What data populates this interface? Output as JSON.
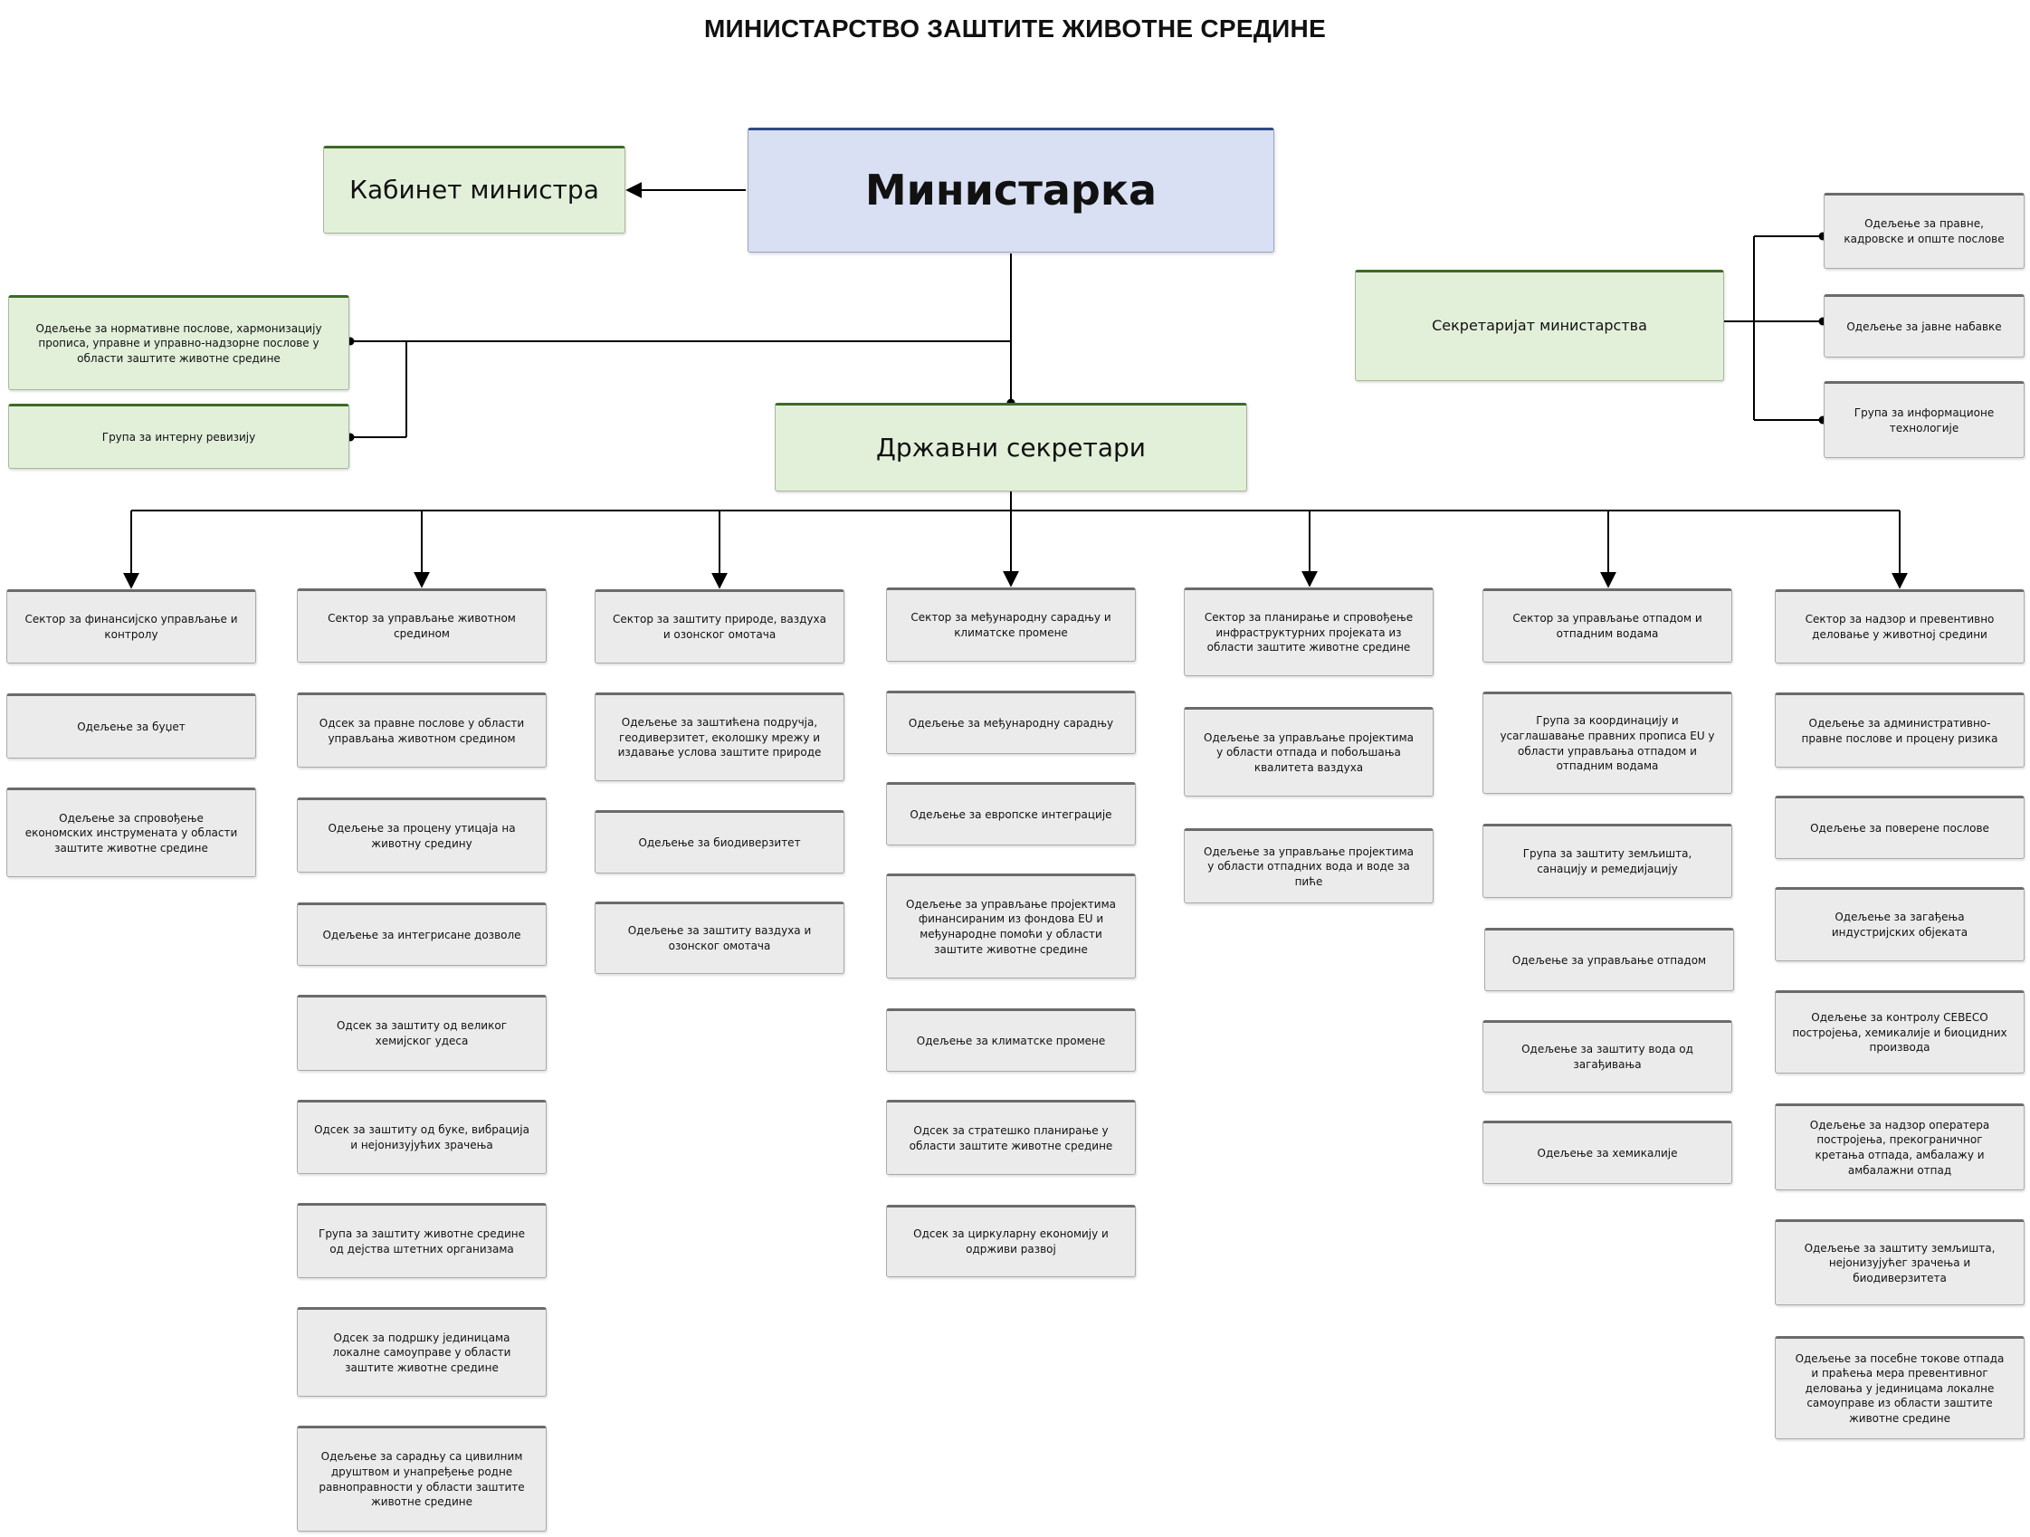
{
  "title": "МИНИСТАРСТВО ЗАШТИТЕ ЖИВОТНЕ СРЕДИНЕ",
  "minister": "Министарка",
  "cabinet": "Кабинет министра",
  "state_secretaries": "Државни секретари",
  "secretariat": {
    "name": "Секретаријат министарства",
    "units": [
      "Одељење за правне, кадровске и опште послове",
      "Одељење за јавне набавке",
      "Група за информационе технологије"
    ]
  },
  "left_units": [
    "Одељење за нормативне послове, хармонизацију прописа, управне и управно-надзорне послове у области заштите животне средине",
    "Група за интерну ревизију"
  ],
  "sectors": [
    {
      "name": "Сектор за финансијско управљање и контролу",
      "units": [
        "Одељење за буџет",
        "Одељење за спровођење економских инструмената у области заштите животне средине"
      ]
    },
    {
      "name": "Сектор за управљање животном средином",
      "units": [
        "Одсек за правне послове у области управљања животном средином",
        "Одељење за процену утицаја на животну средину",
        "Одељење за интегрисане дозволе",
        "Одсек за заштиту од великог хемијског удеса",
        "Одсек за заштиту од буке, вибрација и нејонизујућих зрачења",
        "Група за заштиту животне средине од дејства штетних организама",
        "Одсек за подршку јединицама локалне самоуправе у области заштите животне средине",
        "Одељење за сарадњу са цивилним друштвом и унапређење родне равноправности у области заштите животне средине"
      ]
    },
    {
      "name": "Сектор за заштиту природе, ваздуха и озонског омотача",
      "units": [
        "Одељење за заштићена подручја, геодиверзитет, еколошку мрежу и издавање услова заштите природе",
        "Одељење за биодиверзитет",
        "Одељење за заштиту ваздуха и озонског омотача"
      ]
    },
    {
      "name": "Сектор за међународну сарадњу и климатске промене",
      "units": [
        "Одељење за међународну сарадњу",
        "Одељење за европске интеграције",
        "Одељење за управљање пројектима финансираним из фондова EU и међународне помоћи у области заштите животне средине",
        "Одељење за климатске промене",
        "Одсек за стратешко планирање у области заштите животне средине",
        "Одсек за циркуларну економију и одрживи развој"
      ]
    },
    {
      "name": "Сектор за планирање и спровођење инфраструктурних пројеката из области заштите животне средине",
      "units": [
        "Одељење за управљање пројектима у области отпада и побољшања квалитета ваздуха",
        "Одељење за управљање пројектима у области отпадних вода и воде за пиће"
      ]
    },
    {
      "name": "Сектор за управљање отпадом и отпадним водама",
      "units": [
        "Група за координацију и усаглашавање правних прописа EU у области управљања отпадом и отпадним водама",
        "Група за заштиту земљишта, санацију и ремедијацију",
        "Одељење за управљање отпадом",
        "Одељење за заштиту вода од загађивања",
        "Одељење за хемикалије"
      ]
    },
    {
      "name": "Сектор за надзор и превентивно деловање у животној средини",
      "units": [
        "Одељење за административно-правне послове и процену ризика",
        "Одељење за поверене послове",
        "Одељење за загађења индустријских објеката",
        "Одељење за контролу СЕВЕСО постројења, хемикалије и биоцидних производа",
        "Одељење за надзор оператера постројења, прекограничног кретања отпада, амбалажу и амбалажни отпад",
        "Одељење за заштиту земљишта, нејонизујућег зрачења и биодиверзитета",
        "Одељење за посебне токове отпада и праћења мера превентивног деловања у јединицама локалне самоуправе из области заштите животне средине"
      ]
    }
  ]
}
